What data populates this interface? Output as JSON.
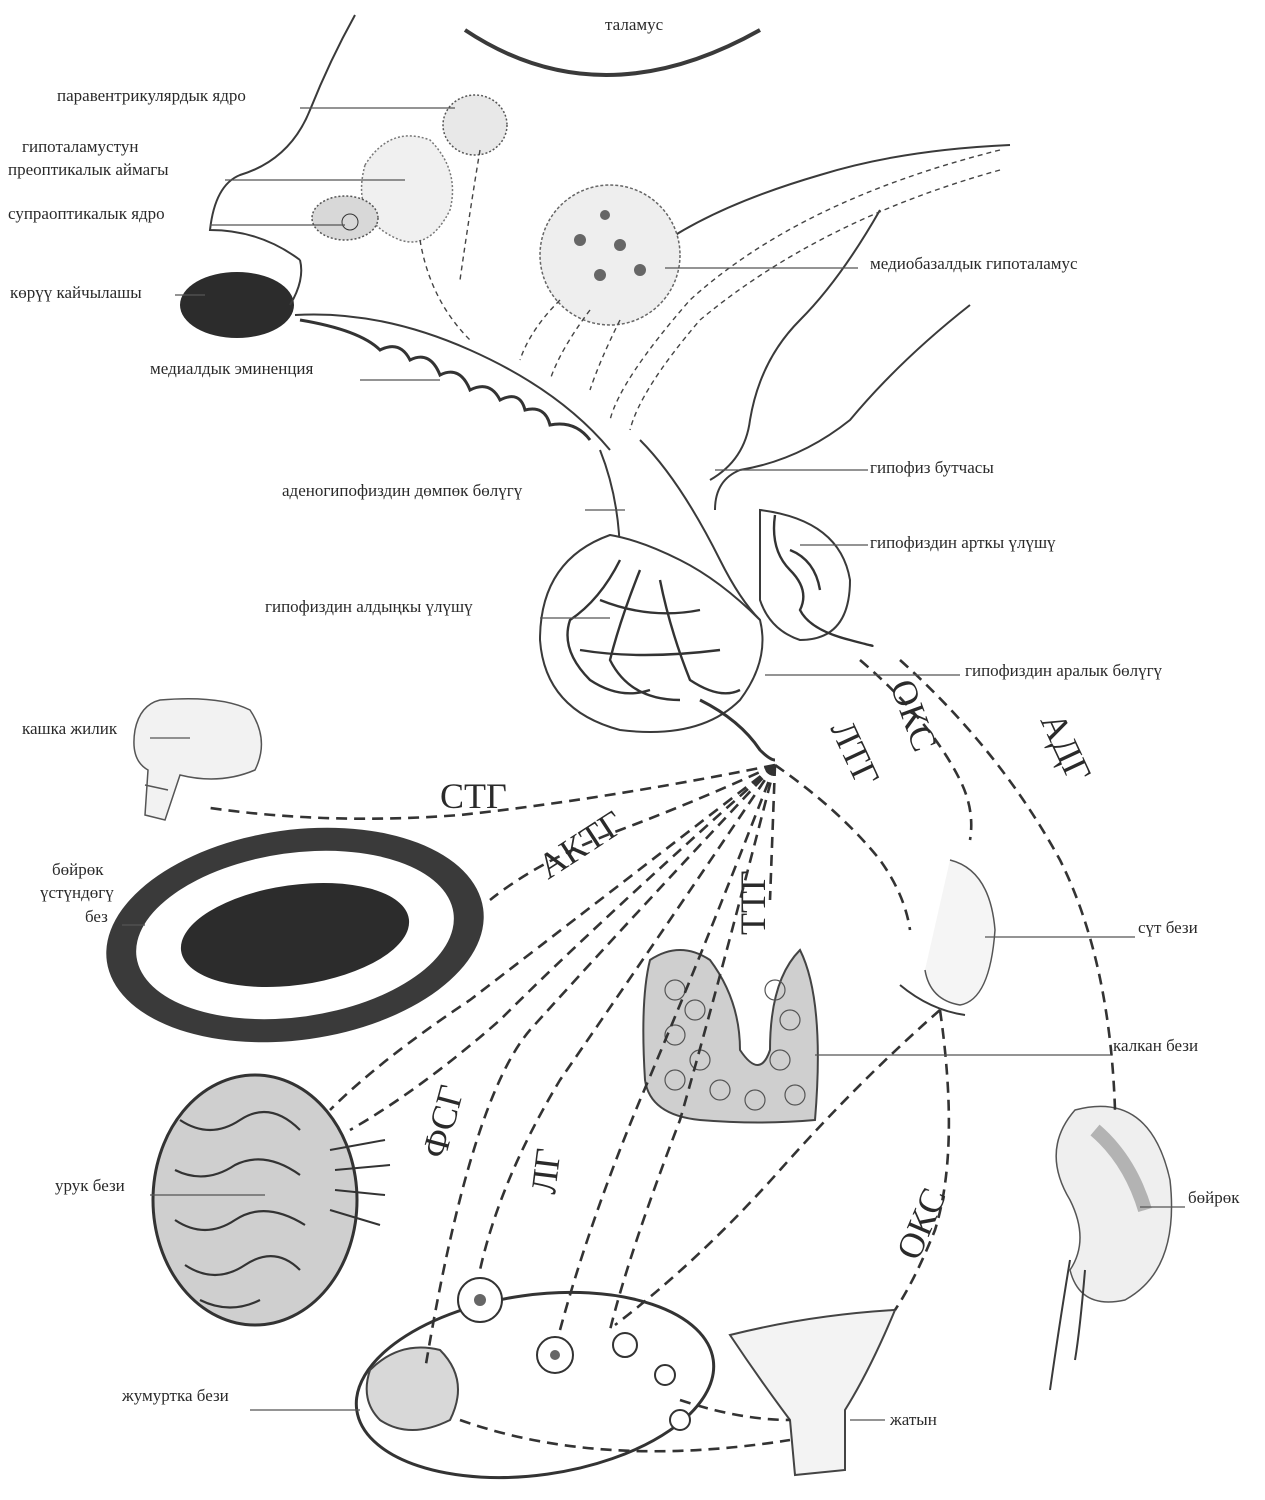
{
  "labels": {
    "thalamus": "таламус",
    "paraventricular": "паравентрикулярдык ядро",
    "preoptic_1": "гипоталамустун",
    "preoptic_2": "преоптикалык аймагы",
    "supraoptic": "супраоптикалык ядро",
    "chiasm": "көрүү кайчылашы",
    "mediobasal": "медиобазалдык гипоталамус",
    "median_eminence": "медиалдык эминенция",
    "tuberal": "аденогипофиздин дөмпөк бөлүгү",
    "stalk": "гипофиз бутчасы",
    "posterior_lobe": "гипофиздин арткы үлүшү",
    "anterior_lobe": "гипофиздин алдыңкы үлүшү",
    "intermediate": "гипофиздин аралык бөлүгү",
    "bone": "кашка жилик",
    "adrenal_1": "бөйрөк",
    "adrenal_2": "үстүндөгү",
    "adrenal_3": "без",
    "mammary": "сүт бези",
    "thyroid": "калкан бези",
    "testis": "урук бези",
    "kidney": "бөйрөк",
    "ovary": "жумуртка бези",
    "uterus": "жатын"
  },
  "hormones": {
    "stg": "СТГ",
    "aktg": "АКТГ",
    "ttg": "ТТГ",
    "ltg": "ЛТГ",
    "oks_top": "ОКС",
    "adg": "АДГ",
    "fsg": "ФСГ",
    "lg": "ЛГ",
    "oks_bottom": "ОКС"
  },
  "colors": {
    "ink": "#2a2a2a",
    "organ_dark": "#333333",
    "organ_gray": "#9a9a9a",
    "paper": "#ffffff"
  }
}
